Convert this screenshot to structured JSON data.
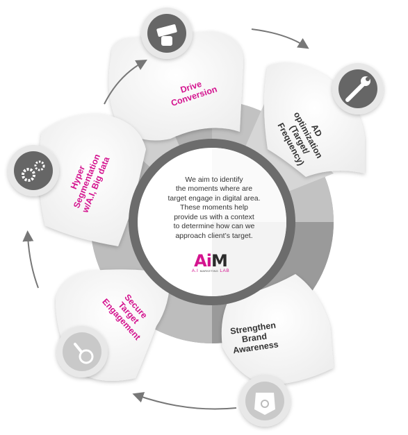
{
  "center": {
    "lines": [
      "We aim to identify",
      "the moments where are",
      "target engage in digital area.",
      "These moments help",
      "provide us with a context",
      "to determine how can we",
      "approach client’s target."
    ]
  },
  "brand": {
    "mark_a": "A",
    "mark_i": "i",
    "mark_m": "M",
    "sub_a": "A.I",
    "sub_mk": "MARKETING",
    "sub_lab": "LAB"
  },
  "segments": [
    {
      "id": "drive",
      "lines": [
        "Drive",
        "Conversion"
      ],
      "icon": "camera-icon"
    },
    {
      "id": "ad",
      "lines": [
        "AD",
        "optimization",
        "(Target/",
        "Frequency)"
      ],
      "icon": "wrench-icon"
    },
    {
      "id": "brand",
      "lines": [
        "Strengthen",
        "Brand",
        "Awareness"
      ],
      "icon": "gear-badge-icon"
    },
    {
      "id": "secure",
      "lines": [
        "Secure",
        "Target",
        "Engagement"
      ],
      "icon": "search-icon"
    },
    {
      "id": "hyper",
      "lines": [
        "Hyper",
        "Segmentation",
        "w/A.I, Big data"
      ],
      "icon": "gears-icon"
    }
  ],
  "colors": {
    "accent": "#d4148f",
    "dark_text": "#333333"
  }
}
